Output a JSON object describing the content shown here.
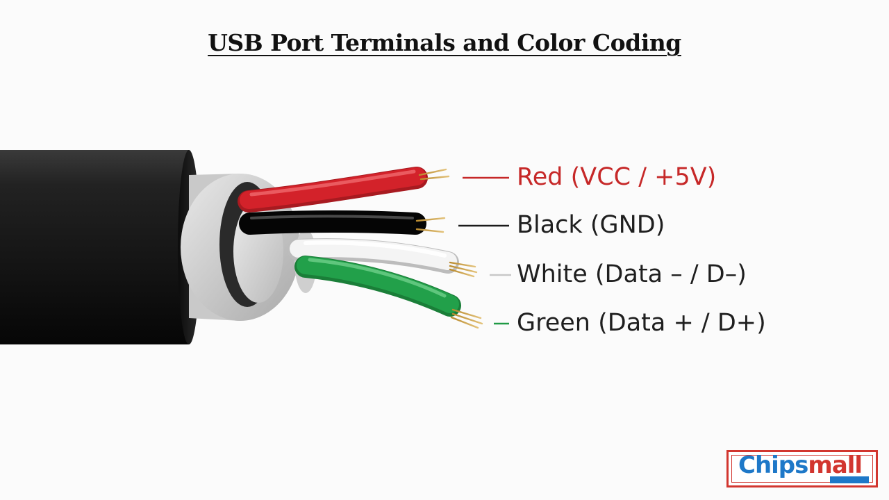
{
  "title": "USB Port Terminals and Color Coding",
  "wires": [
    {
      "label": "Red (VCC / +5V)",
      "color": "#d3222a"
    },
    {
      "label": "Black (GND)",
      "color": "#151515"
    },
    {
      "label": "White (Data – / D–)",
      "color": "#f2f2f2"
    },
    {
      "label": "Green (Data + / D+)",
      "color": "#1f9a45"
    }
  ],
  "logo": {
    "brand_part1": "Chips",
    "brand_part2": "mall",
    "brand_colors": {
      "blue": "#1e78c8",
      "red": "#d2362f"
    }
  }
}
